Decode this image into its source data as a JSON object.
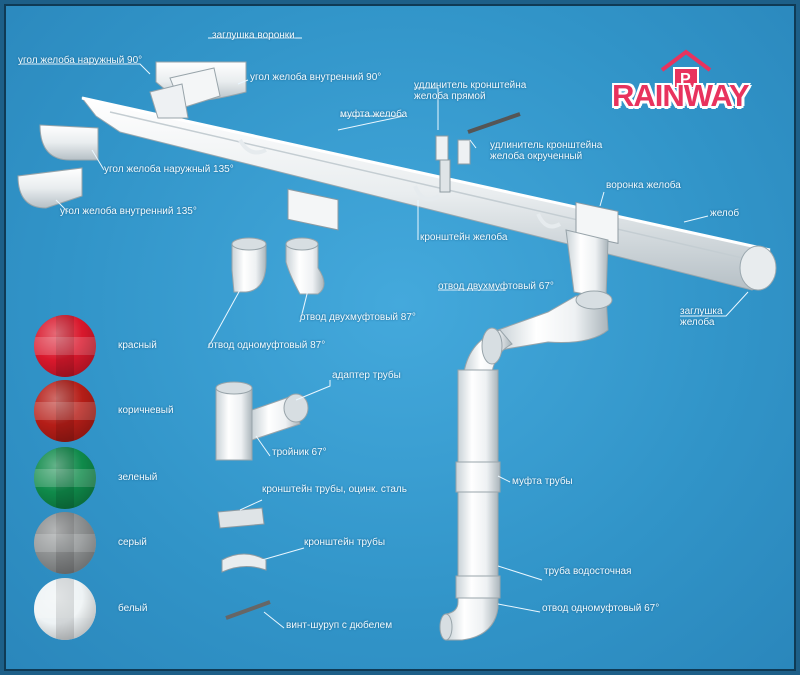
{
  "labels": {
    "plug_funnel": "заглушка воронки",
    "outer_corner_90": "угол желоба наружный 90°",
    "inner_corner_90": "угол желоба внутренний 90°",
    "bracket_ext_straight_1": "удлинитель кронштейна",
    "bracket_ext_straight_2": "желоба прямой",
    "gutter_coupling": "муфта желоба",
    "bracket_ext_curved_1": "удлинитель кронштейна",
    "bracket_ext_curved_2": "желоба окрученный",
    "outer_corner_135": "угол желоба наружный 135°",
    "funnel": "воронка желоба",
    "gutter": "желоб",
    "inner_corner_135": "угол желоба внутренний 135°",
    "gutter_bracket": "кронштейн желоба",
    "double_socket_bend_67": "отвод двухмуфтовый 67°",
    "double_socket_bend_87": "отвод двухмуфтовый 87°",
    "gutter_plug_1": "заглушка",
    "gutter_plug_2": "желоба",
    "single_socket_bend_87": "отвод одномуфтовый 87°",
    "pipe_adapter": "адаптер трубы",
    "tee_67": "тройник 67°",
    "pipe_coupling": "муфта трубы",
    "pipe_bracket_steel": "кронштейн трубы, оцинк. сталь",
    "pipe_bracket": "кронштейн трубы",
    "downpipe": "труба водосточная",
    "single_socket_bend_67": "отвод одномуфтовый 67°",
    "screw_dowel": "винт-шуруп с дюбелем"
  },
  "colors": [
    {
      "name": "красный",
      "hex": "#d9182c"
    },
    {
      "name": "коричневый",
      "hex": "#b51d17"
    },
    {
      "name": "зеленый",
      "hex": "#0f8a4a"
    },
    {
      "name": "серый",
      "hex": "#8c8f90"
    },
    {
      "name": "белый",
      "hex": "#eef3f5"
    }
  ],
  "logo": {
    "text": "RAINWAY",
    "accent": "#e8335e",
    "icon": "house-drop-icon"
  },
  "theme": {
    "background": "#3a9fd4",
    "part": "#f1f3f4",
    "part_shadow": "#b9c3c8"
  }
}
